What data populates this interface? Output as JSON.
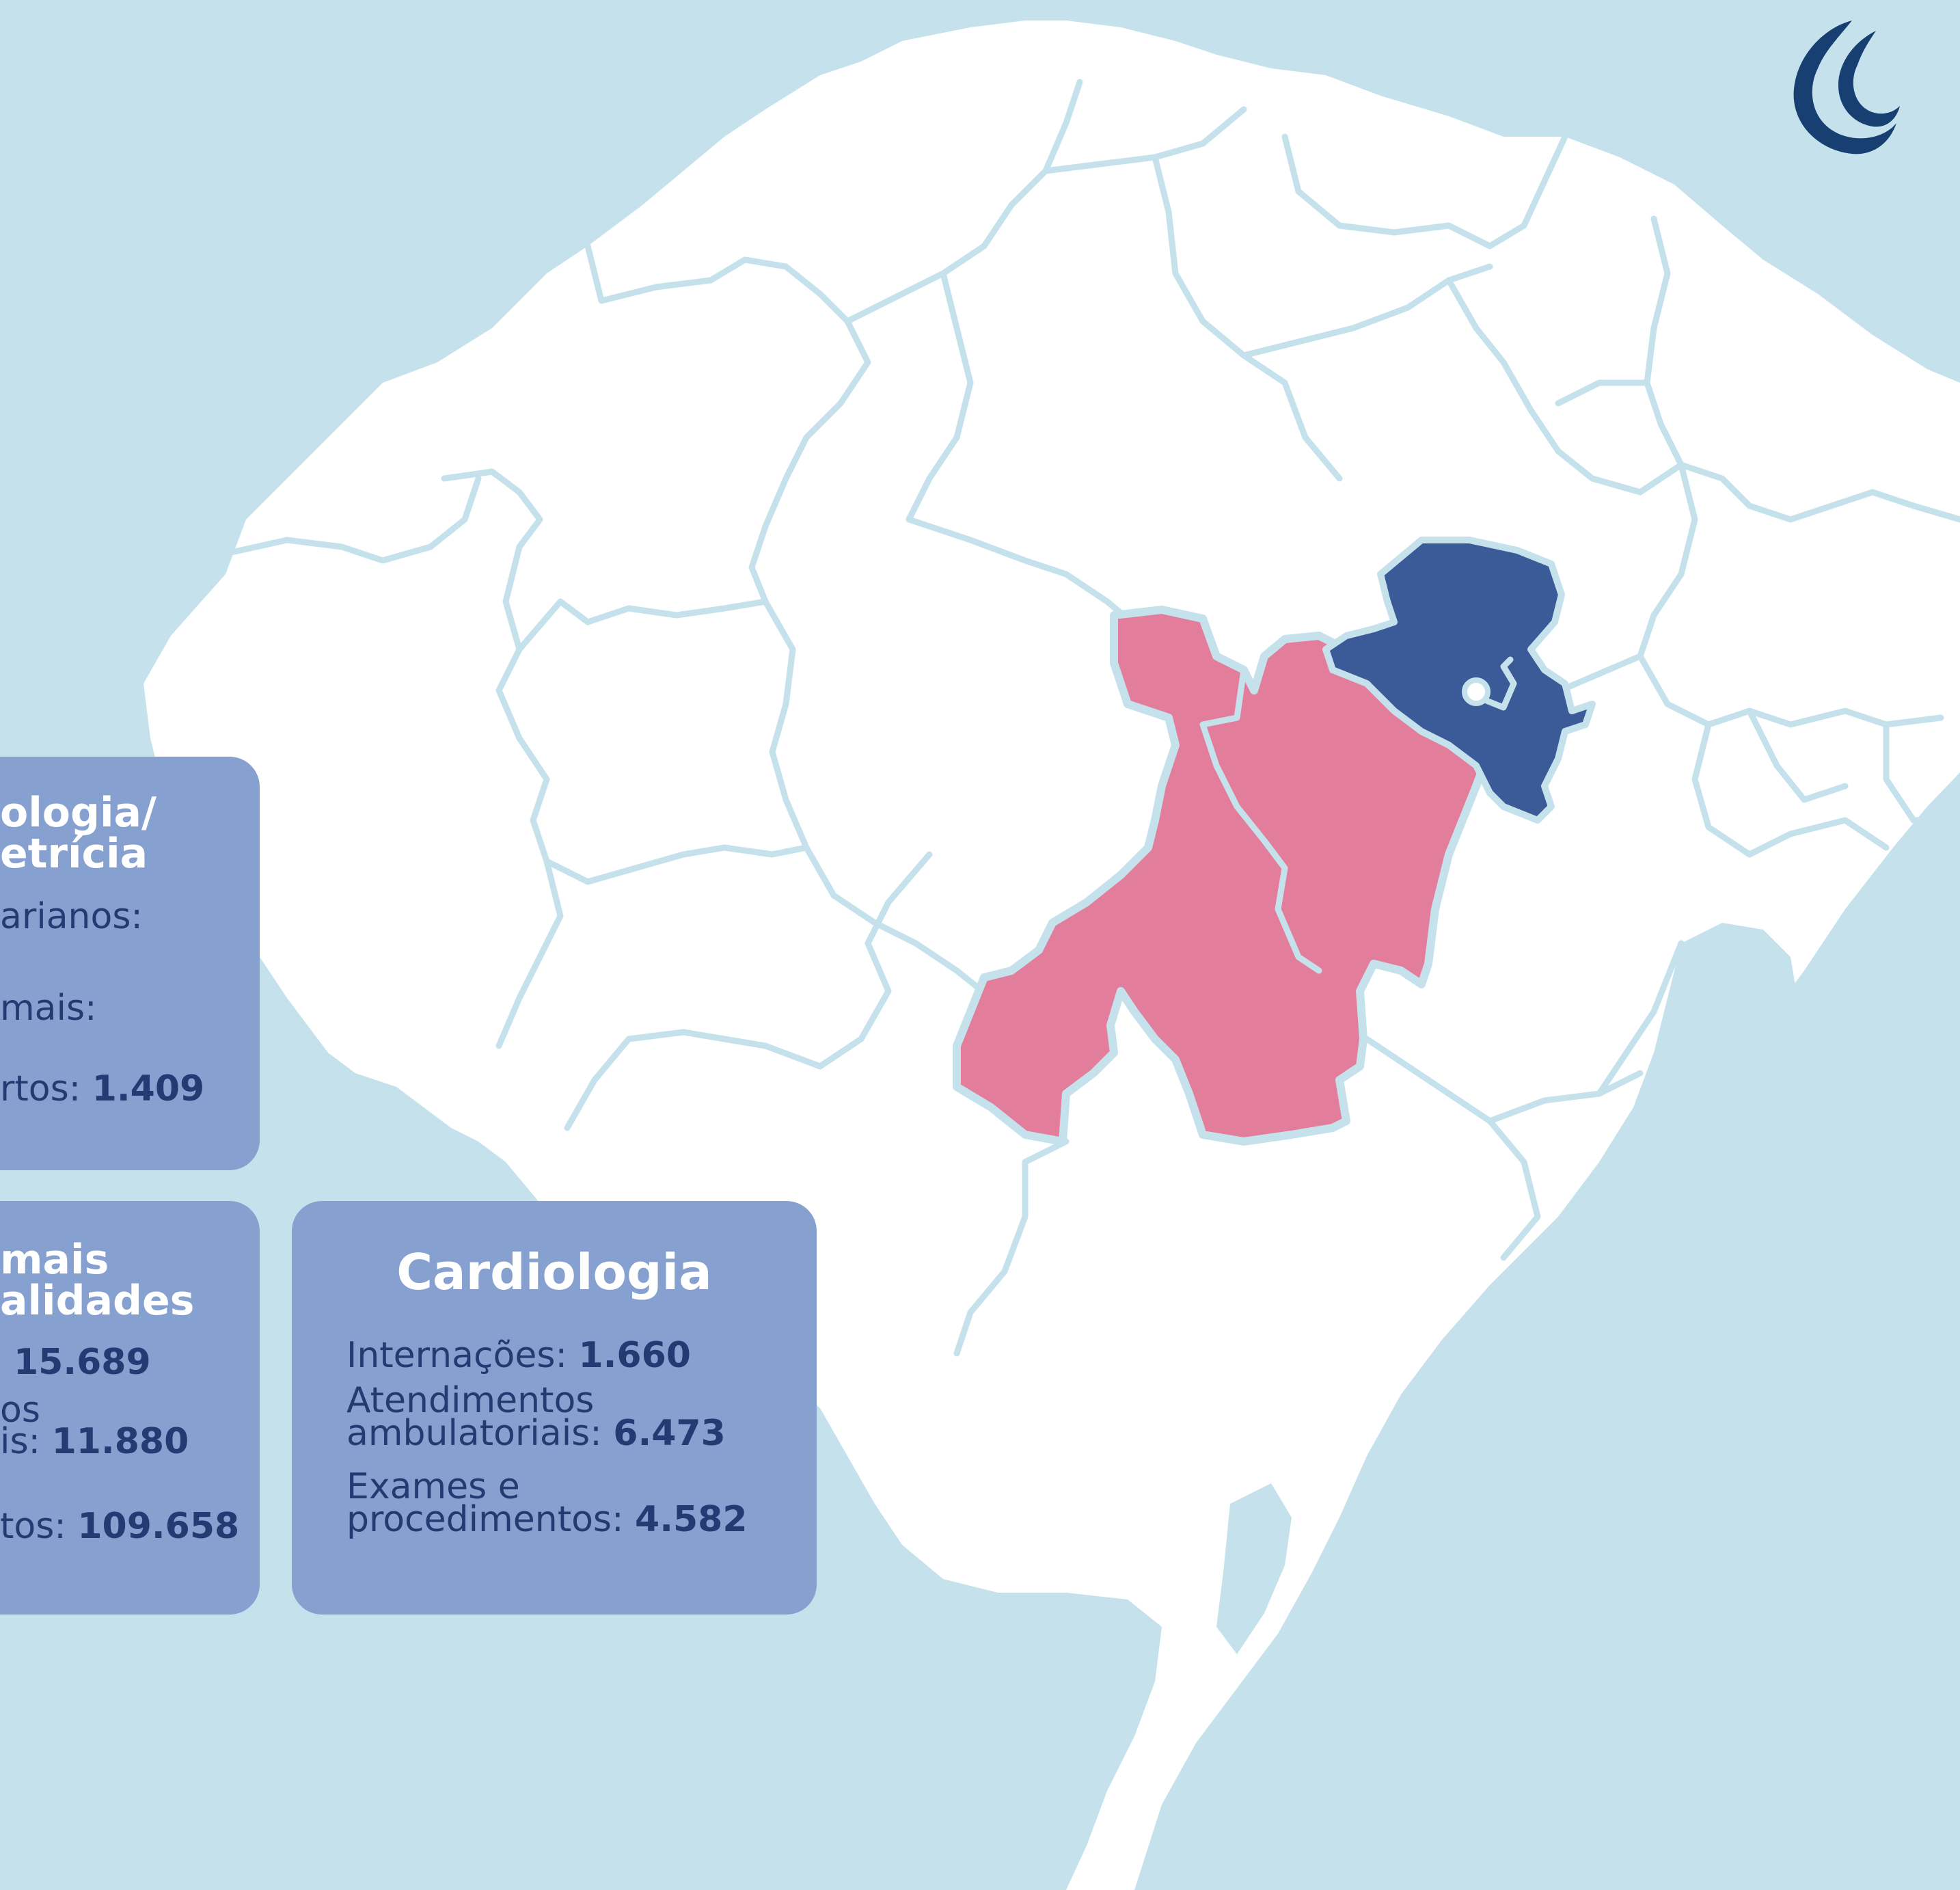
{
  "palette": {
    "water": "#c5e2ec",
    "land": "#ffffff",
    "region_pink": "#e27e9b",
    "region_blue": "#3a5a98",
    "card_bg": "#86a0cf",
    "card_title": "#ffffff",
    "card_text": "#233a72",
    "logo": "#173f72"
  },
  "logo": {
    "icon": "crescent-swirl-logo-icon"
  },
  "cards": {
    "ginecologia": {
      "title_line1": "ologia/",
      "title_line2": "etrícia",
      "stats": [
        {
          "label": "arianos:",
          "value": ""
        },
        {
          "label": "mais:",
          "value": ""
        },
        {
          "label": "rtos: ",
          "value": "1.409"
        }
      ]
    },
    "demais": {
      "title_line1": "mais",
      "title_line2": "alidades",
      "stats": [
        {
          "label": "",
          "value": "15.689"
        },
        {
          "label": "os",
          "value": ""
        },
        {
          "label": "is: ",
          "value": "11.880"
        },
        {
          "label": "tos: ",
          "value": "109.658"
        }
      ]
    },
    "cardiologia": {
      "title": "Cardiologia",
      "stats": [
        {
          "label": "Internações: ",
          "value": "1.660"
        },
        {
          "label_line1": "Atendimentos",
          "label_line2": "ambulatoriais: ",
          "value": "6.473"
        },
        {
          "label_line1": "Exames e",
          "label_line2": "procedimentos: ",
          "value": "4.582"
        }
      ]
    }
  }
}
